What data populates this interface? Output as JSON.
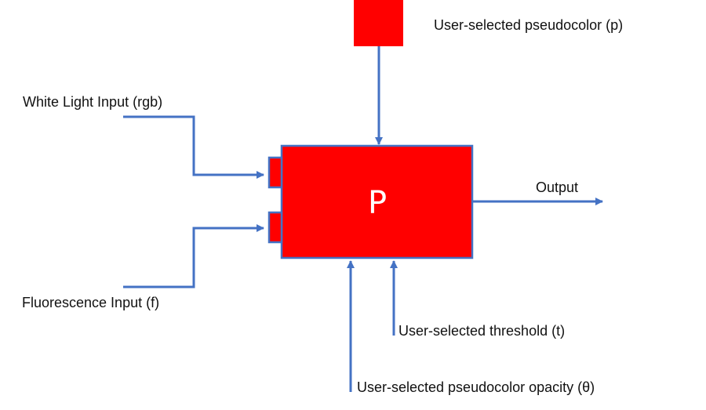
{
  "diagram": {
    "block_symbol": "P",
    "labels": {
      "pseudocolor": "User-selected pseudocolor (p)",
      "white_light": "White Light Input (rgb)",
      "output": "Output",
      "fluorescence": "Fluorescence Input (f)",
      "threshold": "User-selected threshold (t)",
      "opacity": "User-selected pseudocolor opacity (θ)"
    },
    "colors": {
      "block_fill": "#ff0000",
      "line": "#4472c4",
      "text": "#111111",
      "background": "#ffffff"
    }
  }
}
